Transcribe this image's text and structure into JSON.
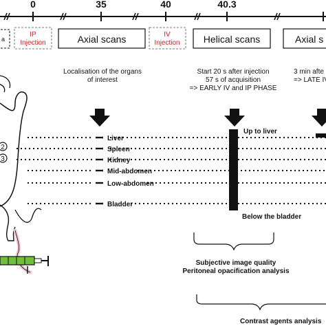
{
  "timeline": {
    "ticks": [
      {
        "label": "0"
      },
      {
        "label": "35"
      },
      {
        "label": "40"
      },
      {
        "label": "40.3"
      }
    ],
    "left_partial_box": "a"
  },
  "phases": {
    "ip": {
      "line1": "IP",
      "line2": "Injection"
    },
    "axial1": {
      "label": "Axial scans"
    },
    "iv": {
      "line1": "IV",
      "line2": "Injection"
    },
    "helical": {
      "label": "Helical scans"
    },
    "axial2": {
      "label": "Axial s"
    }
  },
  "notes": {
    "axial1": [
      "Localisation of the organs",
      "of interest"
    ],
    "helical": [
      "Start 20 s after injection",
      "57 s of acquisition",
      "=> EARLY IV and IP PHASE"
    ],
    "axial2": [
      "3 min afte",
      "=> LATE IV a"
    ]
  },
  "organs": [
    "Liver",
    "Spleen",
    "Kidney",
    "Mid-abdomen",
    "Low-abdomen",
    "Bladder"
  ],
  "markers": [
    "2",
    "3"
  ],
  "helical_range": {
    "top": "Up to liver",
    "bottom": "Below the bladder"
  },
  "analysis": {
    "subjective": [
      "Subjective image quality",
      "Peritoneal opacification analysis"
    ],
    "contrast": "Contrast agents analysis"
  },
  "colors": {
    "injection_red": "#d42020",
    "syringe_green": "#6fbe3c",
    "tail_pink": "#f1c9d4"
  }
}
